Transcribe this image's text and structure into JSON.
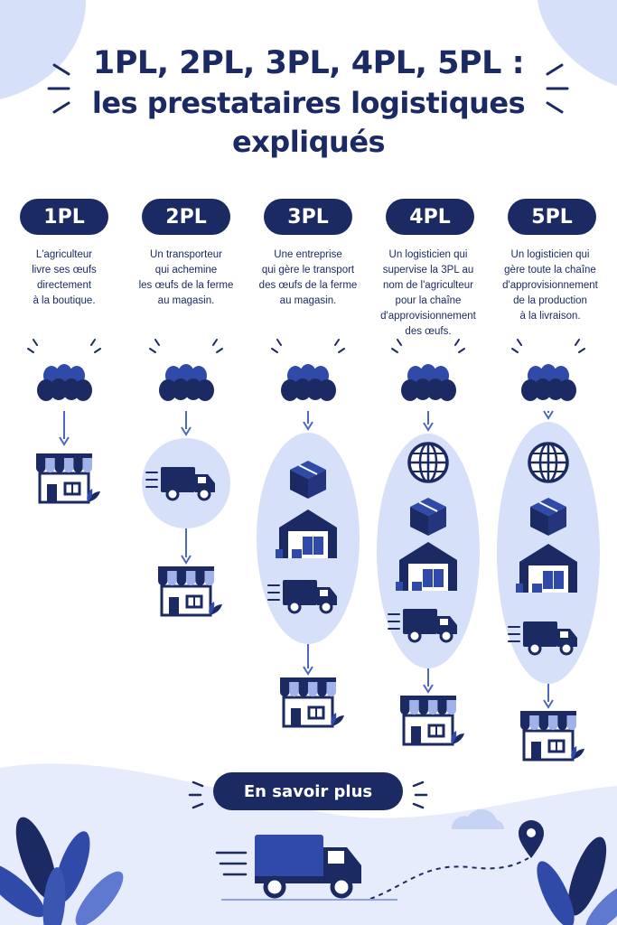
{
  "title": {
    "line1": "1PL, 2PL, 3PL, 4PL, 5PL :",
    "line2": "les prestataires logistiques",
    "line3": "expliqués"
  },
  "columns": [
    {
      "label": "1PL",
      "description": "L'agriculteur\nlivre ses œufs\ndirectement\nà la boutique.",
      "steps": [
        "eggs-icon",
        "shop-icon"
      ]
    },
    {
      "label": "2PL",
      "description": "Un transporteur\nqui achemine\nles œufs de la ferme\nau magasin.",
      "steps": [
        "eggs-icon",
        "truck-icon",
        "shop-icon"
      ]
    },
    {
      "label": "3PL",
      "description": "Une entreprise\nqui gère le transport\ndes œufs de la ferme\nau magasin.",
      "steps": [
        "eggs-icon",
        "box-icon",
        "warehouse-icon",
        "truck-icon",
        "shop-icon"
      ]
    },
    {
      "label": "4PL",
      "description": "Un logisticien qui\nsupervise la 3PL au\nnom de l'agriculteur\npour la chaîne\nd'approvisionnement\ndes œufs.",
      "steps": [
        "eggs-icon",
        "globe-icon",
        "box-icon",
        "warehouse-icon",
        "truck-icon",
        "shop-icon"
      ]
    },
    {
      "label": "5PL",
      "description": "Un logisticien qui\ngère toute la chaîne\nd'approvisionnement\nde la production\nà la livraison.",
      "steps": [
        "eggs-icon",
        "globe-icon",
        "box-icon",
        "warehouse-icon",
        "truck-icon",
        "shop-icon"
      ]
    }
  ],
  "cta": {
    "label": "En savoir plus"
  },
  "colors": {
    "navy": "#1b2a63",
    "blue": "#2f4aa8",
    "light_blue": "#d6e0f8",
    "pale_blue": "#e6ecfb"
  }
}
